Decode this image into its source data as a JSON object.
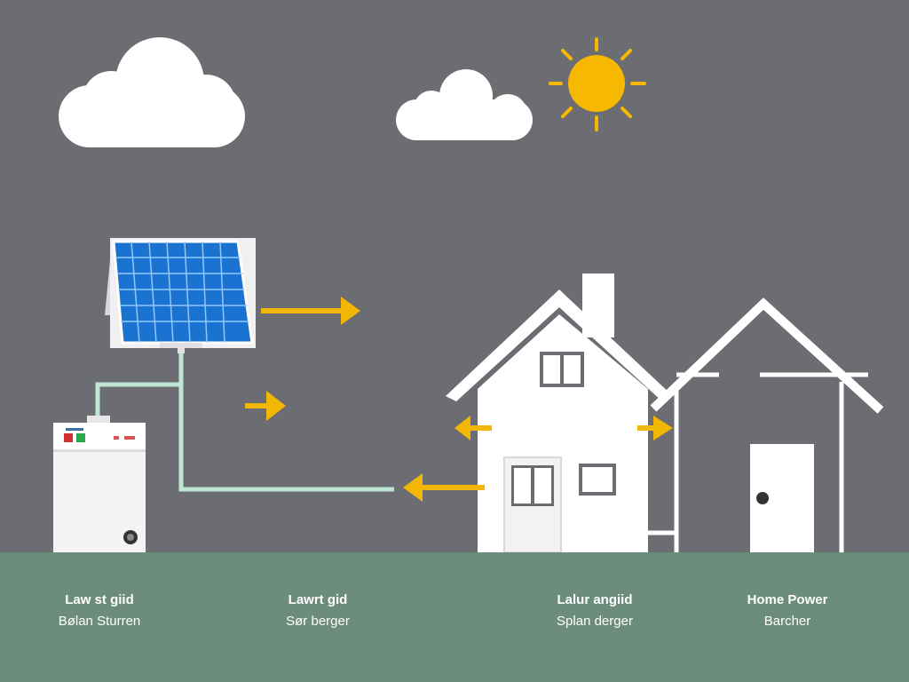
{
  "colors": {
    "sky": "#6b6d72",
    "ground": "#6c8c7c",
    "accent_arrow": "#f2b705",
    "sun": "#f6b800",
    "panel": "#1a73d0",
    "wire": "#bfe6d4",
    "white": "#ffffff"
  },
  "icons": [
    "cloud-icon",
    "sun-icon",
    "solar-panel-icon",
    "battery-icon",
    "house-icon",
    "home-outline-icon",
    "arrow-icon"
  ],
  "labels": [
    {
      "title": "Law st giid",
      "subtitle": "Bølan Sturren"
    },
    {
      "title": "Lawrt gid",
      "subtitle": "Sør berger"
    },
    {
      "title": "Lalur angiid",
      "subtitle": "Splan derger"
    },
    {
      "title": "Home Power",
      "subtitle": "Barcher"
    }
  ]
}
